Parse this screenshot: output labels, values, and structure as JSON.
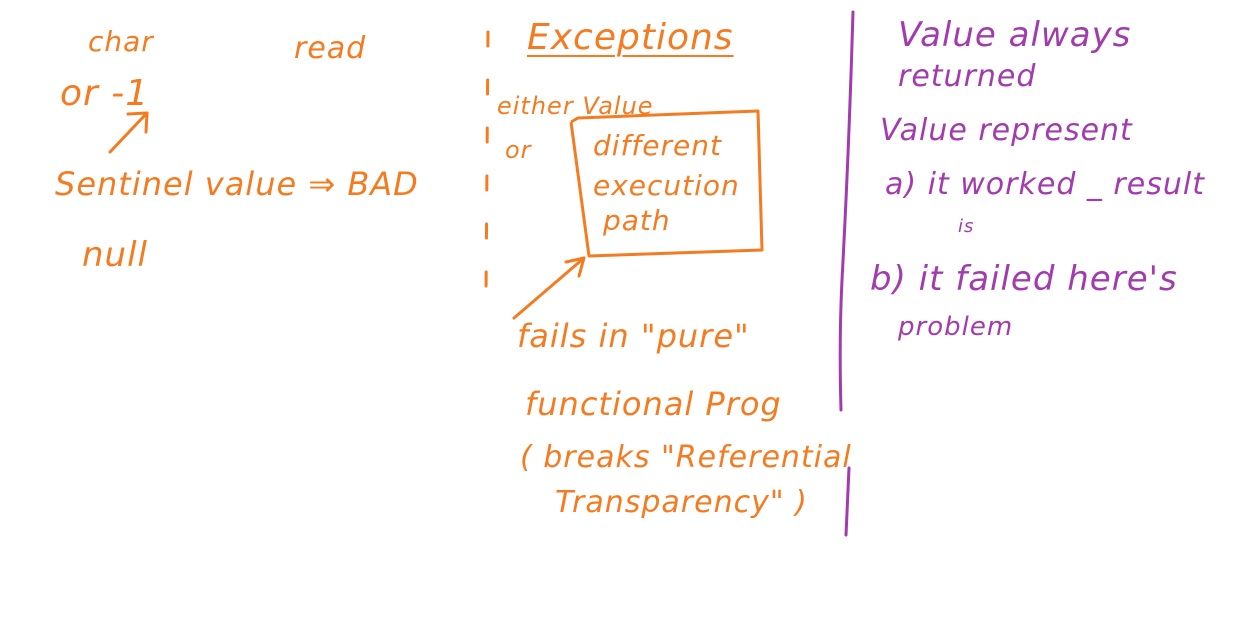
{
  "colors": {
    "orange_ink": "#F47B20",
    "purple_ink": "#A23BAE",
    "background": "#FFFFFF"
  },
  "left_column": {
    "char": "char",
    "read": "read",
    "or_minus_one": "or -1",
    "sentinel": "Sentinel value ⇒ BAD",
    "null": "null"
  },
  "middle_column": {
    "title": "Exceptions",
    "either_value": "either Value",
    "or": "or",
    "box_line_1": "different",
    "box_line_2": "execution",
    "box_line_3": "path",
    "fails_line_1": "fails in \"pure\"",
    "fails_line_2": "functional Prog",
    "fails_line_3": "( breaks \"Referential",
    "fails_line_4": "Transparency\" )"
  },
  "right_column": {
    "line_1": "Value always",
    "line_2": "returned",
    "line_3": "Value represent",
    "line_4": "a) it worked _ result",
    "line_5": "is",
    "line_6": "b) it failed here's",
    "line_7": "problem"
  }
}
